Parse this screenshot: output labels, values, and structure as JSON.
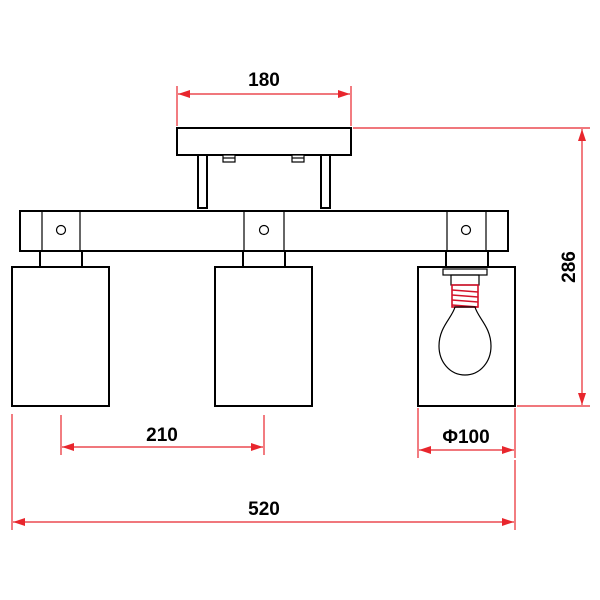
{
  "dimensions": {
    "canopy_width": "180",
    "overall_height": "286",
    "spot_spacing": "210",
    "shade_diameter": "Φ100",
    "overall_width": "520"
  },
  "colors": {
    "dimension_line": "#e8262d",
    "drawing_line": "#000000",
    "bulb_socket": "#d3122a"
  }
}
